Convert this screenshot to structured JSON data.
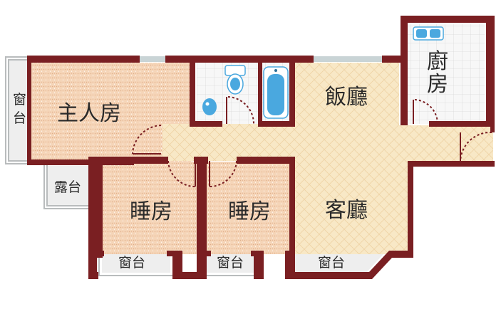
{
  "rooms": {
    "master_bedroom": "主人房",
    "dining_room": "飯廳",
    "living_room": "客廳",
    "bedroom_1": "睡房",
    "bedroom_2": "睡房",
    "kitchen_line1": "廚",
    "kitchen_line2": "房"
  },
  "balconies": {
    "bay_left_line1": "窗",
    "bay_left_line2": "台",
    "terrace": "露台",
    "bay_bedroom_1": "窗台",
    "bay_bedroom_2": "窗台",
    "bay_living": "窗台"
  },
  "colors": {
    "wall": "#7a1f22",
    "bedroom_floor": "#f5d5b8",
    "living_floor": "#f8e8c6",
    "bathroom_floor": "#f4f4f4",
    "fixture": "#4aa8df",
    "door": "#7a1f22"
  }
}
